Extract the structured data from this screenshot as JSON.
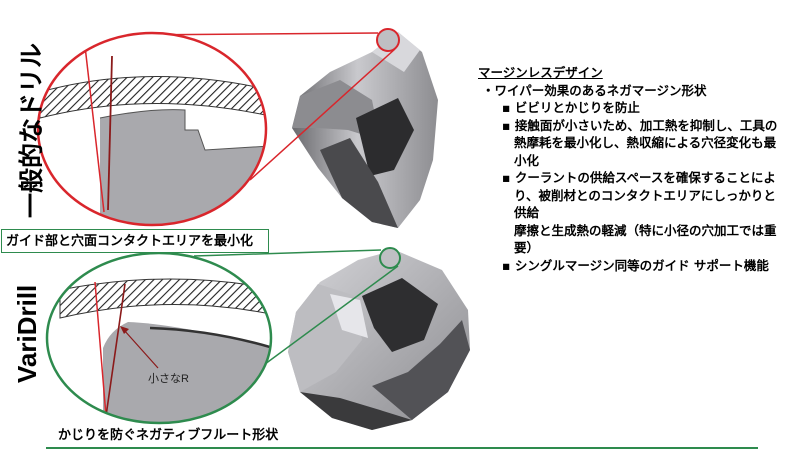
{
  "labels": {
    "general_drill": "一般的なドリル",
    "varidrill": "VariDrill",
    "guide_box": "ガイド部と穴面コンタクトエリアを最小化",
    "small_r": "小さなR",
    "bottom_caption": "かじりを防ぐネガティブフルート形状"
  },
  "features": {
    "heading": "マージンレスデザイン",
    "main_point": "・ワイパー効果のあるネガマージン形状",
    "bullets": [
      "▪ ビビリとかじりを防止",
      "▪ 接触面が小さいため、加工熱を抑制し、工具の熱摩耗を最小化し、熱収縮による穴径変化も最小化",
      "▪ クーラントの供給スペースを確保することにより、被削材とのコンタクトエリアにしっかりと供給"
    ],
    "note": "摩擦と生成熱の軽減（特に小径の穴加工では重要）",
    "last_bullet": "▪ シングルマージン同等のガイド サポート機能"
  },
  "colors": {
    "red_outline": "#d9262c",
    "green_outline": "#2e8b4e",
    "drill_gray": "#a9a9ad",
    "drill_dark": "#3c3c3e"
  }
}
